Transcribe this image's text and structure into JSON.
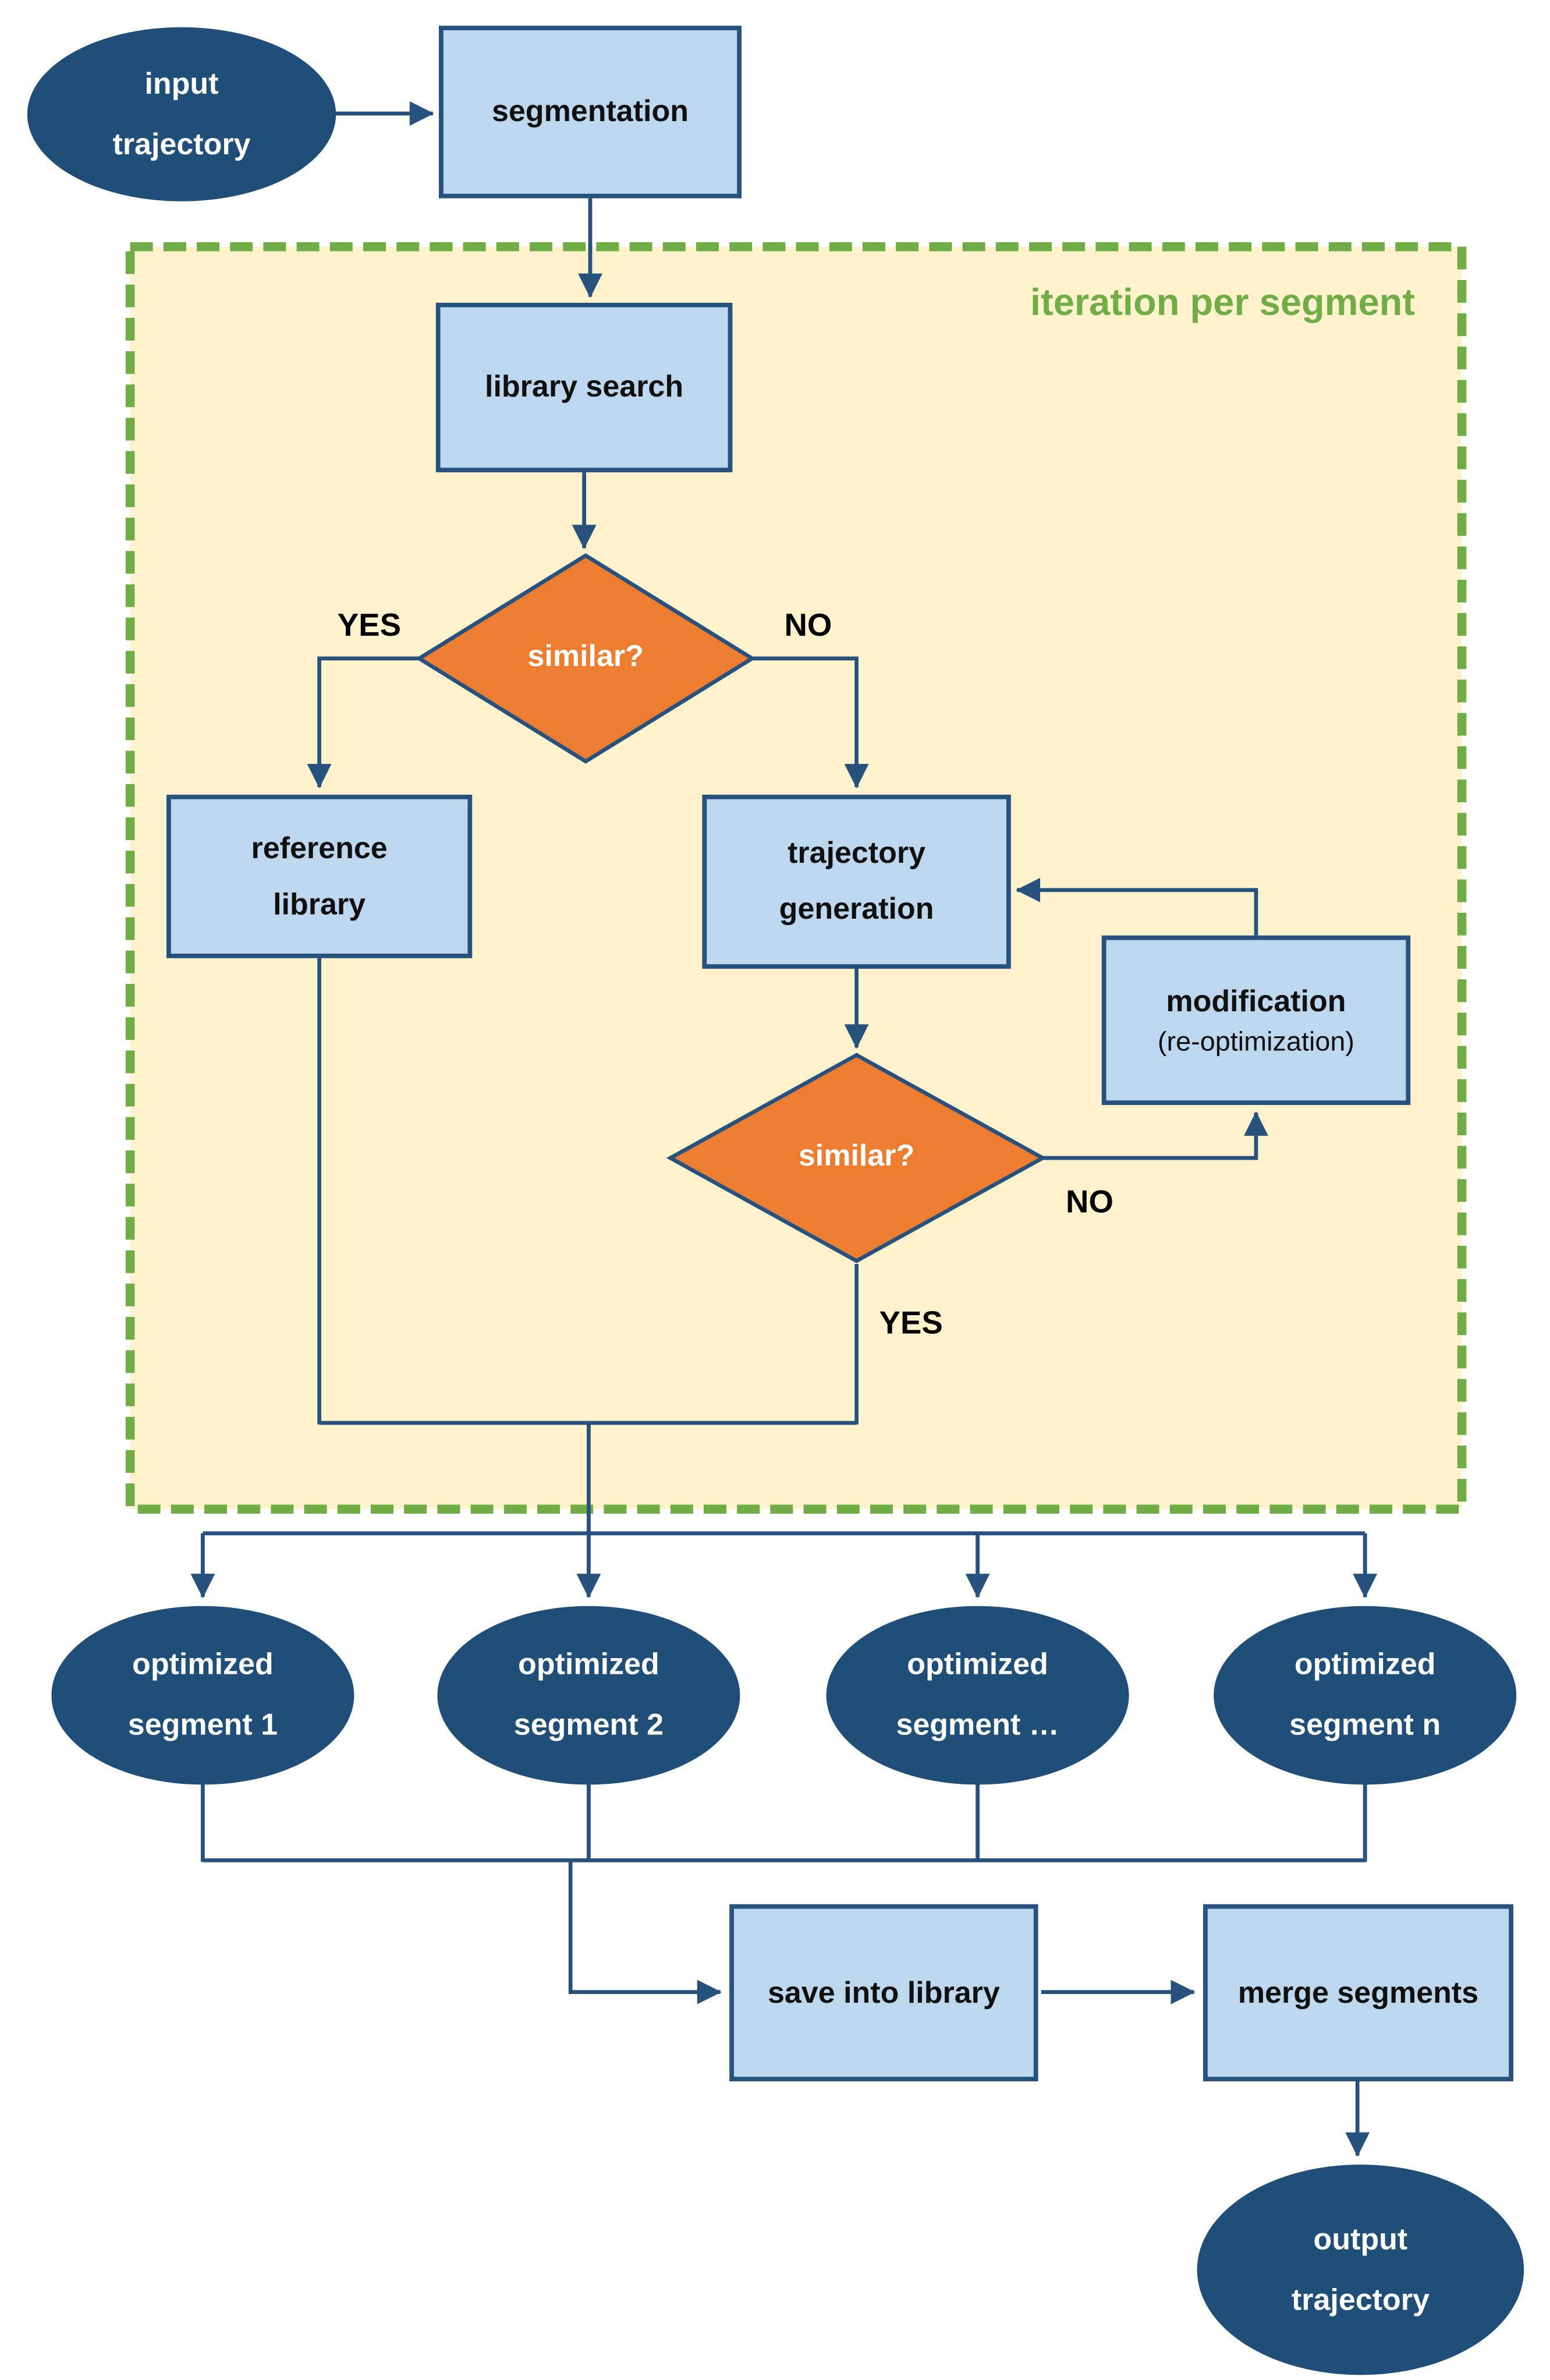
{
  "diagram": {
    "region_label": "iteration per segment",
    "nodes": {
      "input_trajectory": {
        "line1": "input",
        "line2": "trajectory"
      },
      "segmentation": {
        "label": "segmentation"
      },
      "library_search": {
        "label": "library search"
      },
      "similar_1": {
        "label": "similar?"
      },
      "reference_library": {
        "line1": "reference",
        "line2": "library"
      },
      "trajectory_generation": {
        "line1": "trajectory",
        "line2": "generation"
      },
      "modification": {
        "line1": "modification",
        "line2": "(re-optimization)"
      },
      "similar_2": {
        "label": "similar?"
      },
      "optimized_segment_1": {
        "line1": "optimized",
        "line2": "segment 1"
      },
      "optimized_segment_2": {
        "line1": "optimized",
        "line2": "segment 2"
      },
      "optimized_segment_dots": {
        "line1": "optimized",
        "line2": "segment …"
      },
      "optimized_segment_n": {
        "line1": "optimized",
        "line2": "segment n"
      },
      "save_into_library": {
        "label": "save into library"
      },
      "merge_segments": {
        "label": "merge segments"
      },
      "output_trajectory": {
        "line1": "output",
        "line2": "trajectory"
      }
    },
    "edges": {
      "similar1_yes": "YES",
      "similar1_no": "NO",
      "similar2_no": "NO",
      "similar2_yes": "YES"
    },
    "colors": {
      "terminal_fill": "#1F4E79",
      "process_fill": "#BDD7EE",
      "decision_fill": "#ED7D31",
      "connector": "#27527E",
      "region_fill": "#FFF2CC",
      "region_border": "#70AD47",
      "label_text": "#000000",
      "terminal_text": "#FFFFFF"
    }
  }
}
